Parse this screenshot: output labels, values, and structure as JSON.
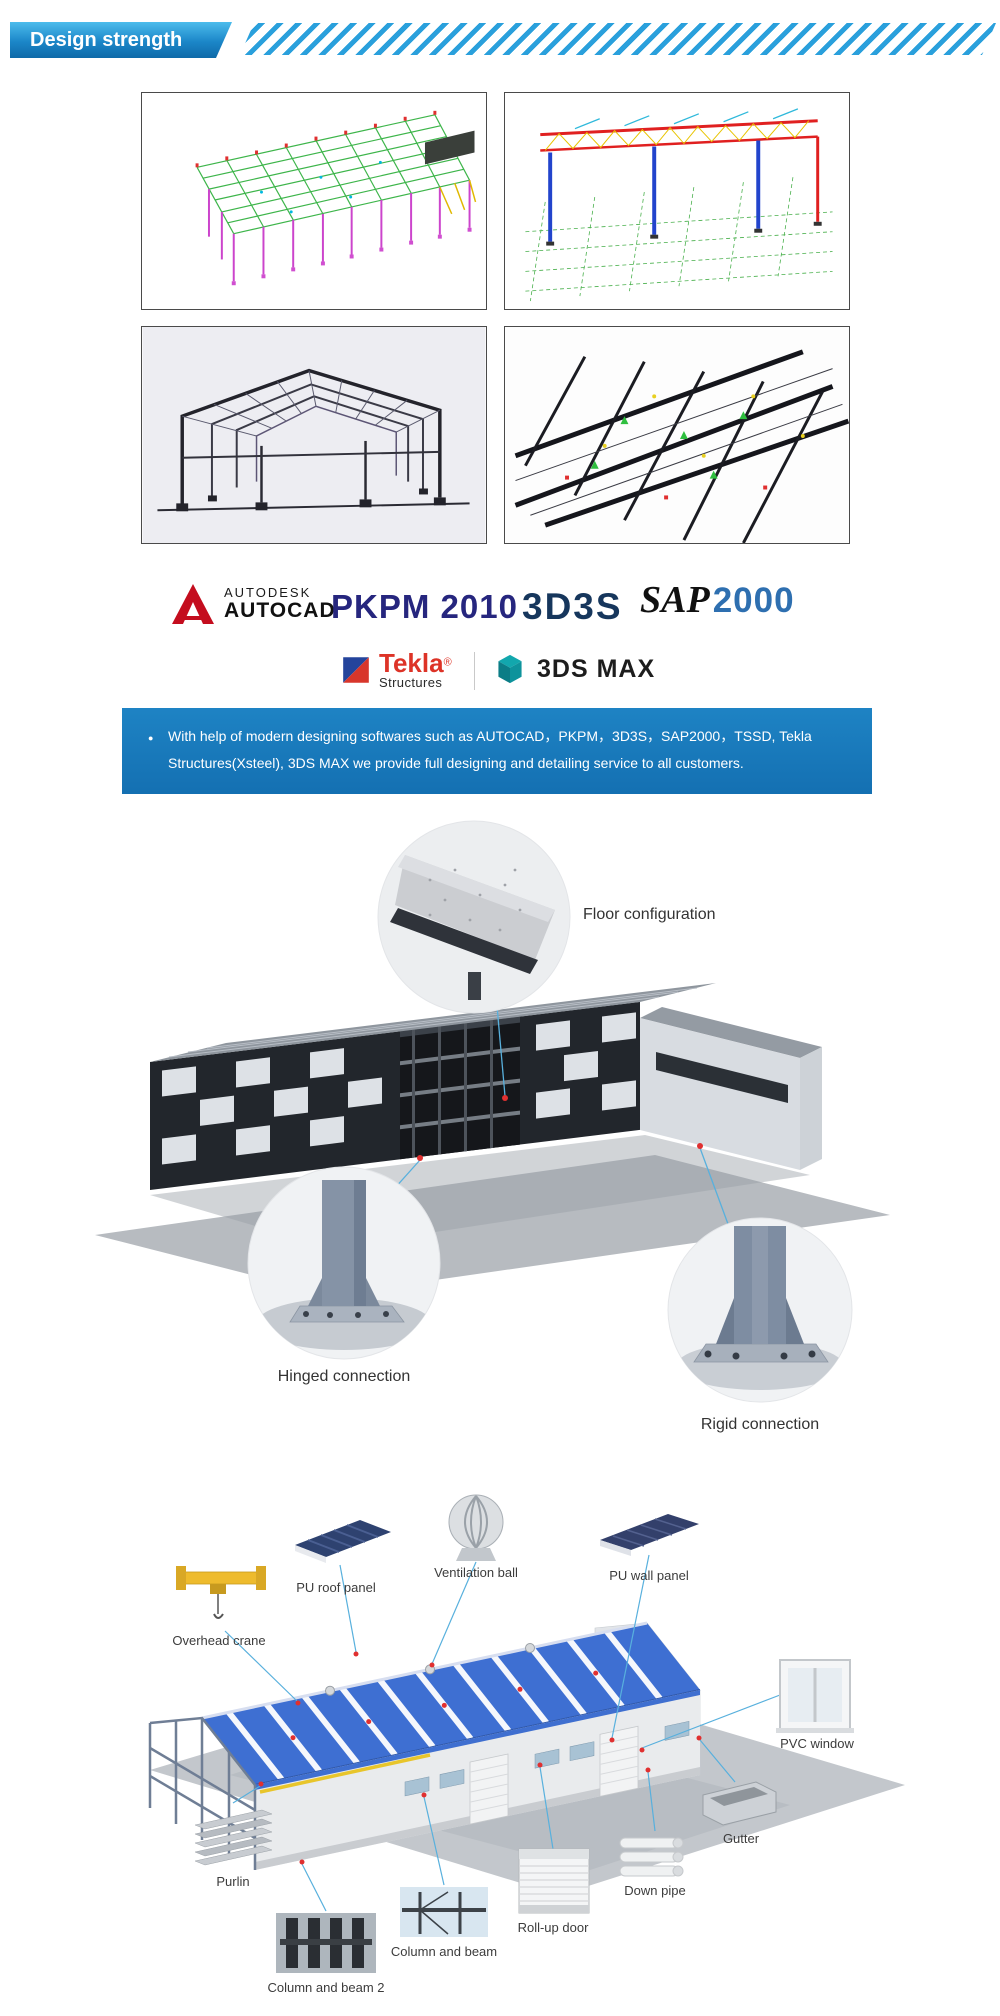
{
  "header": {
    "title": "Design strength"
  },
  "gallery": {
    "items": [
      {
        "name": "cad-wireframe-color-model"
      },
      {
        "name": "cad-frame-red-blue-model"
      },
      {
        "name": "cad-frame-dark-elevation"
      },
      {
        "name": "cad-frame-dark-perspective"
      }
    ]
  },
  "software": {
    "autodesk_brand": "AUTODESK",
    "autocad_product": "AUTOCAD",
    "pkpm": "PKPM 2010",
    "threed3s": "3D3S",
    "sap_prefix": "SAP",
    "sap_number": "2000",
    "tekla_name": "Tekla",
    "tekla_reg": "®",
    "tekla_sub": "Structures",
    "max_name": "3DS MAX"
  },
  "banner": {
    "bullet": "●",
    "text": "With help of modern designing softwares such as AUTOCAD，PKPM，3D3S，SAP2000，TSSD, Tekla Structures(Xsteel), 3DS MAX we provide full designing and detailing service to all customers."
  },
  "building": {
    "callouts": [
      {
        "label": "Floor configuration"
      },
      {
        "label": "Hinged connection"
      },
      {
        "label": "Rigid connection"
      }
    ]
  },
  "components": {
    "items": [
      {
        "label": "Overhead crane"
      },
      {
        "label": "PU roof panel"
      },
      {
        "label": "Ventilation ball"
      },
      {
        "label": "PU wall panel"
      },
      {
        "label": "PVC window"
      },
      {
        "label": "Gutter"
      },
      {
        "label": "Down pipe"
      },
      {
        "label": "Roll-up door"
      },
      {
        "label": "Column and beam"
      },
      {
        "label": "Column and beam 2"
      },
      {
        "label": "Purlin"
      }
    ]
  },
  "icons": {
    "autocad-a-icon": "red-letter-A-triangle",
    "tekla-flag-icon": "blue-red-diagonal-square",
    "max-cube-icon": "teal-isometric-cube",
    "banner-bullet-icon": "●"
  },
  "colors": {
    "accent_blue": "#1b86c8",
    "banner_blue": "#1878be",
    "roof_blue": "#3e6fd2",
    "tekla_red": "#dd3327",
    "autocad_red": "#c40d1e",
    "max_teal": "#0f9ba0",
    "leader_blue": "#58b0dd",
    "marker_red": "#e03030"
  }
}
